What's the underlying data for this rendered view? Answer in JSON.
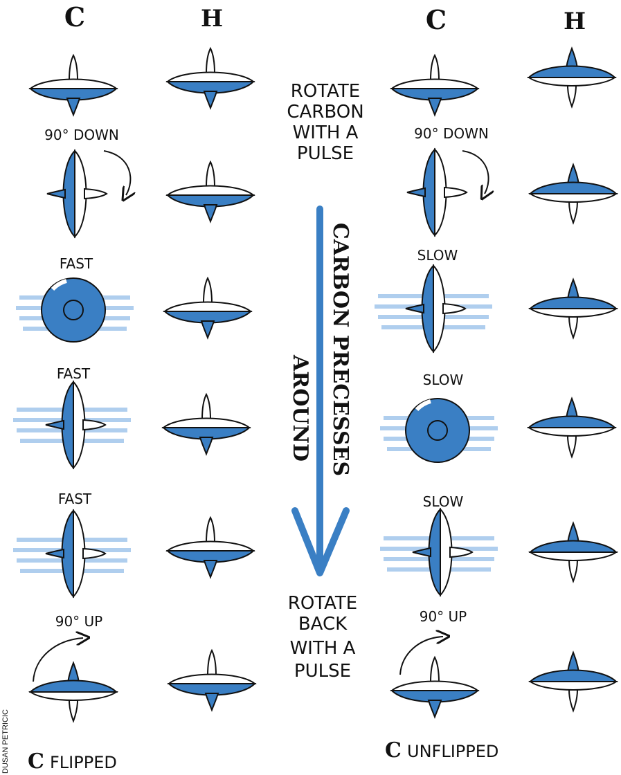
{
  "headers": {
    "c_left": "C",
    "h_left": "H",
    "c_right": "C",
    "h_right": "H"
  },
  "center_text": {
    "top": [
      "ROTATE",
      "CARBON",
      "WITH A",
      "PULSE"
    ],
    "arrow_label_1": "CARBON PRECESSES",
    "arrow_label_2": "AROUND",
    "bottom": [
      "ROTATE",
      "BACK",
      "WITH A",
      "PULSE"
    ]
  },
  "left_labels": [
    "90° DOWN",
    "FAST",
    "FAST",
    "FAST",
    "90° UP"
  ],
  "right_labels": [
    "90° DOWN",
    "SLOW",
    "SLOW",
    "SLOW",
    "90° UP"
  ],
  "footer": {
    "left_c": "C",
    "left_word": "FLIPPED",
    "right_c": "C",
    "right_word": "UNFLIPPED"
  },
  "credit": "DUSAN PETRICIC",
  "colors": {
    "blue": "#3a7fc4",
    "light_blue": "#9cc3ea",
    "ink": "#111111"
  }
}
